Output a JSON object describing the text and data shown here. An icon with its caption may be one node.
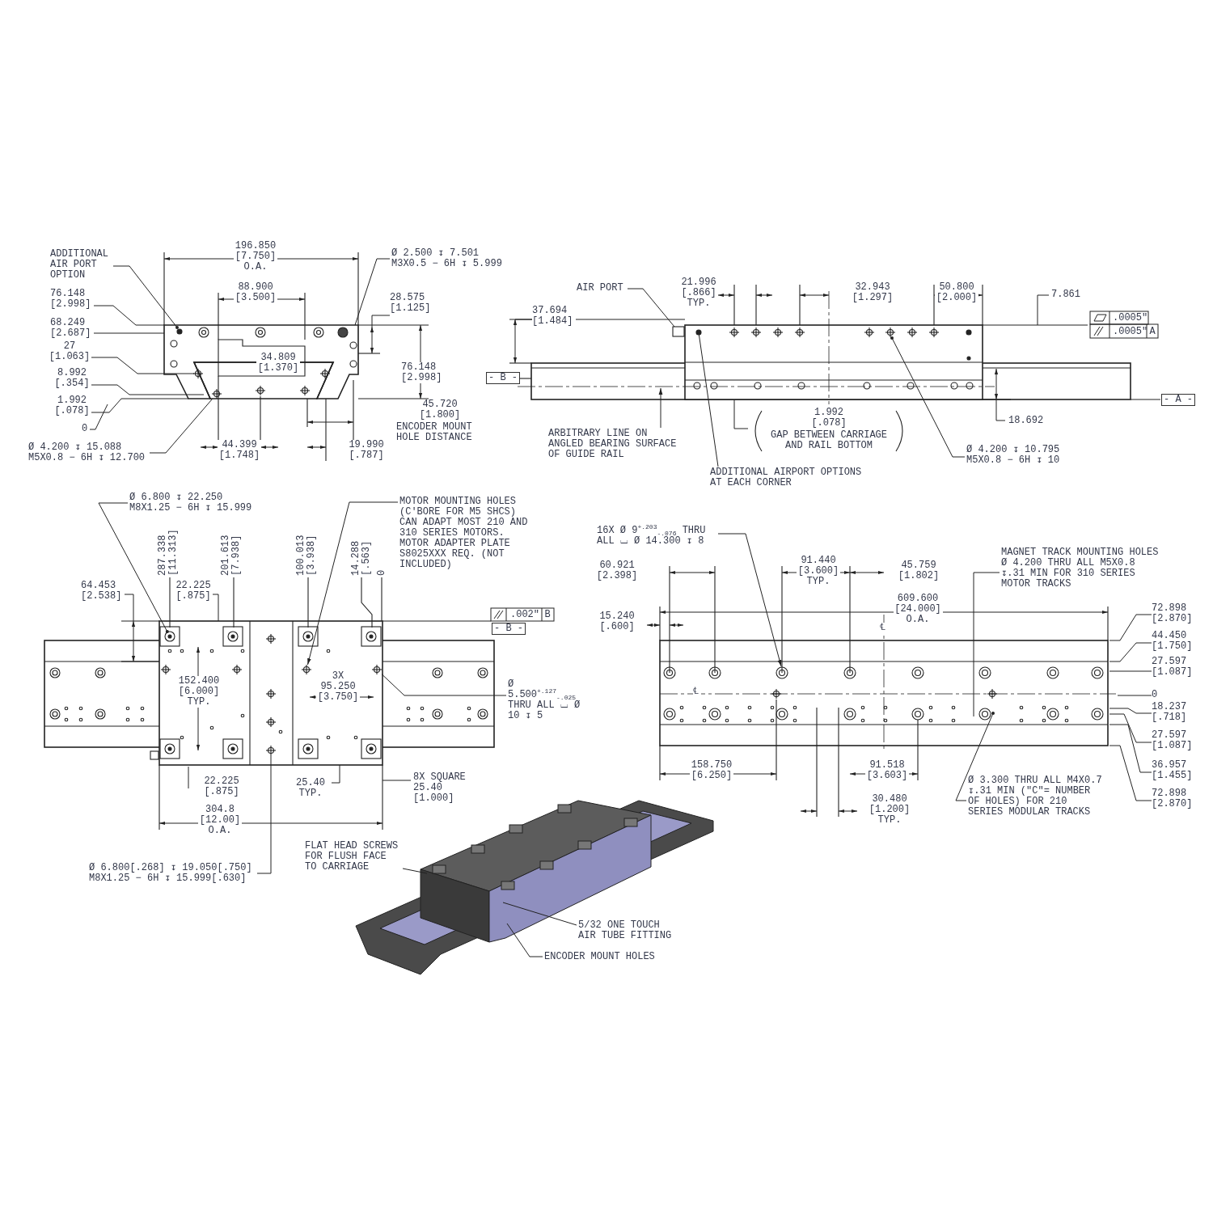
{
  "diagram": {
    "nodes": [
      {
        "text": [
          "ADDITIONAL AIR PORT OPTION"
        ]
      },
      {
        "text": [
          "Ø 2.500 ↧ 7.501 M3X0.5 − 6H ↧ 5.999"
        ]
      },
      {
        "text": [
          "Ø 4.200 ↧ 15.088 M5X0.8 − 6H ↧ 12.700"
        ]
      },
      {
        "text": [
          "AIR PORT"
        ]
      },
      {
        "text": [
          "ARBITRARY LINE ON ANGLED BEARING SURFACE OF GUIDE RAIL"
        ]
      },
      {
        "text": [
          "ADDITIONAL AIRPORT OPTIONS AT EACH CORNER"
        ]
      },
      {
        "text": [
          "Ø 4.200 ↧ 10.795 M5X0.8 − 6H ↧ 10"
        ]
      },
      {
        "text": [
          "Ø 6.800 ↧ 22.250 M8X1.25 − 6H ↧ 15.999"
        ]
      },
      {
        "text": [
          "MOTOR MOUNTING HOLES (C'BORE FOR M5 SHCS) CAN ADAPT MOST 210 AND 310 SERIES MOTORS. MOTOR ADAPTER PLATE S8025XXX REQ. (NOT INCLUDED)"
        ]
      },
      {
        "text": [
          "Ø 5.500$^{+.127}$$_{-.025}$ THRU ALL ⌴ Ø 10 ↧ 5"
        ]
      },
      {
        "text": [
          "Ø 6.800[.268] ↧ 19.050[.750] M8X1.25 − 6H ↧ 15.999[.630]"
        ]
      },
      {
        "text": [
          "FLAT HEAD SCREWS FOR FLUSH FACE TO CARRIAGE"
        ]
      },
      {
        "text": [
          "5/32 ONE TOUCH AIR TUBE FITTING"
        ]
      },
      {
        "text": [
          "ENCODER MOUNT HOLES"
        ]
      },
      {
        "text": [
          "16X Ø 9$^{+.203}$$_{-.076}$ THRU ALL ⌴ Ø 14.300 ↧ 8"
        ]
      },
      {
        "text": [
          "MAGNET TRACK MOUNTING HOLES Ø 4.200 THRU ALL M5X0.8 ↧.31 MIN FOR 310 SERIES MOTOR TRACKS"
        ]
      },
      {
        "text": [
          "Ø 3.300 THRU ALL M4X0.7 ↧.31 MIN (\"C\"= NUMBER OF HOLES) FOR 210 SERIES MODULAR TRACKS"
        ]
      },
      {
        "text": [],
        "shape": "circle"
      },
      {
        "text": [],
        "shape": "circle"
      },
      {
        "text": [],
        "shape": "circle"
      },
      {
        "text": [],
        "shape": "circle"
      },
      {
        "text": [],
        "shape": "circle"
      },
      {
        "text": [],
        "shape": "box"
      },
      {
        "text": [],
        "shape": "circle"
      }
    ],
    "edges": [
      {
        "from": 0,
        "to": null,
        "arrow": "other"
      },
      {
        "from": 1,
        "to": null,
        "arrow": "none"
      },
      {
        "from": 2,
        "to": 17,
        "arrow": "none"
      },
      {
        "from": 3,
        "to": 22,
        "arrow": "none"
      },
      {
        "from": 4,
        "to": null,
        "arrow": "to"
      },
      {
        "from": 5,
        "to": 23,
        "arrow": "none"
      },
      {
        "from": 6,
        "to": null,
        "arrow": "other"
      },
      {
        "from": 7,
        "to": 18,
        "arrow": "other"
      },
      {
        "from": 8,
        "to": 19,
        "arrow": "to"
      },
      {
        "from": 9,
        "to": 20,
        "arrow": "none"
      },
      {
        "from": 10,
        "to": 21,
        "arrow": "none"
      },
      {
        "from": 11,
        "to": null,
        "arrow": "none"
      },
      {
        "from": 12,
        "to": null,
        "arrow": "none"
      },
      {
        "from": 13,
        "to": null,
        "arrow": "none"
      },
      {
        "from": 14,
        "to": null,
        "arrow": "to"
      },
      {
        "from": 15,
        "to": null,
        "arrow": "none"
      },
      {
        "from": 16,
        "to": null,
        "arrow": "other"
      }
    ],
    "labels": [
      "196.850 [7.750] O.A.",
      "76.148 [2.998]",
      "88.900 [3.500]",
      "28.575 [1.125]",
      "68.249 [2.687]",
      "27 [1.063]",
      "34.809 [1.370]",
      "8.992 [.354]",
      "76.148 [2.998]",
      "1.992 [.078]",
      "45.720 [1.800]",
      "0",
      "ENCODER MOUNT HOLE DISTANCE",
      "44.399 [1.748]",
      "19.990 [.787]",
      "21.996 [.866] TYP.",
      "32.943 [1.297]",
      "50.800 [2.000]",
      "7.861",
      "37.694 [1.484]",
      ".0005\"",
      ".0005\"",
      "A",
      "- B -",
      "- A -",
      "1.992 [.078]",
      "18.692",
      "GAP BETWEEN CARRIAGE AND RAIL BOTTOM",
      "287.338 [11.313]",
      "201.613 [7.938]",
      "100.013 [3.938]",
      "14.288 [.563]",
      "0",
      "64.453 [2.538]",
      "22.225 [.875]",
      ".002\"",
      "B",
      "- B -",
      "152.400 [6.000] TYP.",
      "3X 95.250 [3.750]",
      "22.225 [.875]",
      "25.40 TYP.",
      "8X SQUARE 25.40 [1.000]",
      "304.8 [12.00] O.A.",
      "60.921 [2.398]",
      "91.440 [3.600] TYP.",
      "45.759 [1.802]",
      "609.600 [24.000] O.A.",
      "72.898 [2.870]",
      "15.240 [.600]",
      "℄",
      "44.450 [1.750]",
      "27.597 [1.087]",
      "℄",
      "0",
      "18.237 [.718]",
      "27.597 [1.087]",
      "158.750 [6.250]",
      "91.518 [3.603]",
      "36.957 [1.455]",
      "72.898 [2.870]",
      "30.480 [1.200] TYP."
    ]
  }
}
